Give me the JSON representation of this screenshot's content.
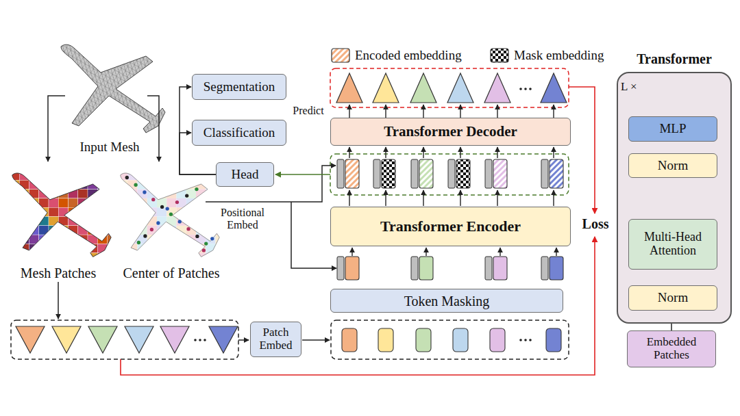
{
  "diagram": {
    "nodes": [
      {
        "text": [
          "Segmentation"
        ]
      },
      {
        "text": [
          "Classification"
        ]
      },
      {
        "text": [
          "Transformer Decoder"
        ]
      },
      {
        "text": [
          "Head"
        ]
      },
      {
        "text": [
          "Transformer Encoder"
        ]
      },
      {
        "text": [
          "Token Masking"
        ]
      },
      {
        "text": [
          "Patch Embed"
        ]
      },
      {
        "text": [
          "Transformer"
        ]
      },
      {
        "text": [
          "MLP"
        ],
        "in": 7
      },
      {
        "text": [
          "Norm"
        ],
        "in": 7
      },
      {
        "text": [
          "Multi-Head Attention"
        ],
        "in": 7
      },
      {
        "text": [
          "Norm"
        ],
        "in": 7
      },
      {
        "text": [
          "Embedded Patches"
        ]
      }
    ],
    "edges": [
      {
        "from": 3,
        "to": 0,
        "arrow": "to"
      },
      {
        "from": 3,
        "to": 1,
        "arrow": "to"
      },
      {
        "from": 12,
        "to": 11,
        "arrow": "to"
      },
      {
        "from": 11,
        "to": 10,
        "arrow": "to"
      },
      {
        "from": 10,
        "to": 9,
        "arrow": "to"
      },
      {
        "from": 9,
        "to": 8,
        "arrow": "to"
      }
    ],
    "labels": [
      "Input Mesh",
      "Mesh Patches",
      "Center of Patches",
      "Predict",
      "Positional Embed",
      "Loss",
      "L ×"
    ],
    "legend": [
      {
        "text": "Encoded embedding"
      },
      {
        "text": "Mask embedding"
      }
    ]
  }
}
